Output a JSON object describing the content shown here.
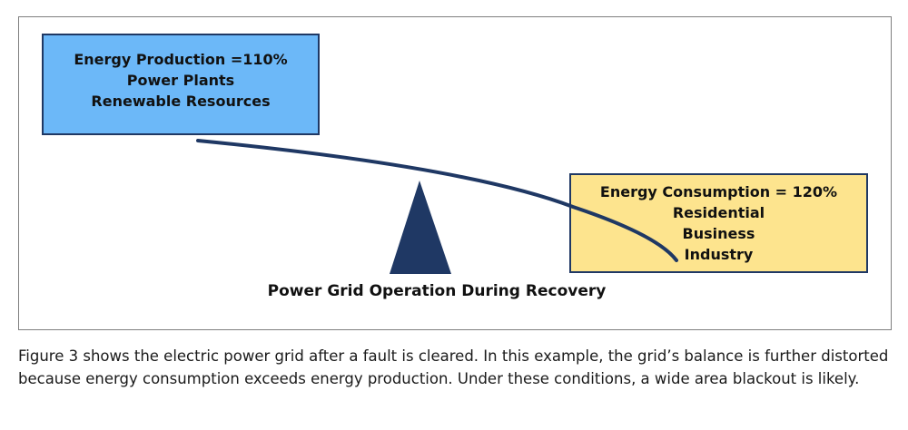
{
  "production_box": {
    "line1": "Energy Production =110%",
    "line2": "Power Plants",
    "line3": "Renewable Resources"
  },
  "consumption_box": {
    "line1": "Energy Consumption = 120%",
    "line2": "Residential",
    "line3": "Business",
    "line4": "Industry"
  },
  "diagram_title": "Power Grid Operation During Recovery",
  "caption": "Figure 3 shows the electric power grid after a fault is cleared. In this example, the grid’s balance is further distorted because energy consumption exceeds energy production. Under these conditions, a wide area blackout is likely.",
  "colors": {
    "production_fill": "#6cb8f8",
    "consumption_fill": "#fde48e",
    "beam_and_fulcrum": "#1f3864"
  }
}
